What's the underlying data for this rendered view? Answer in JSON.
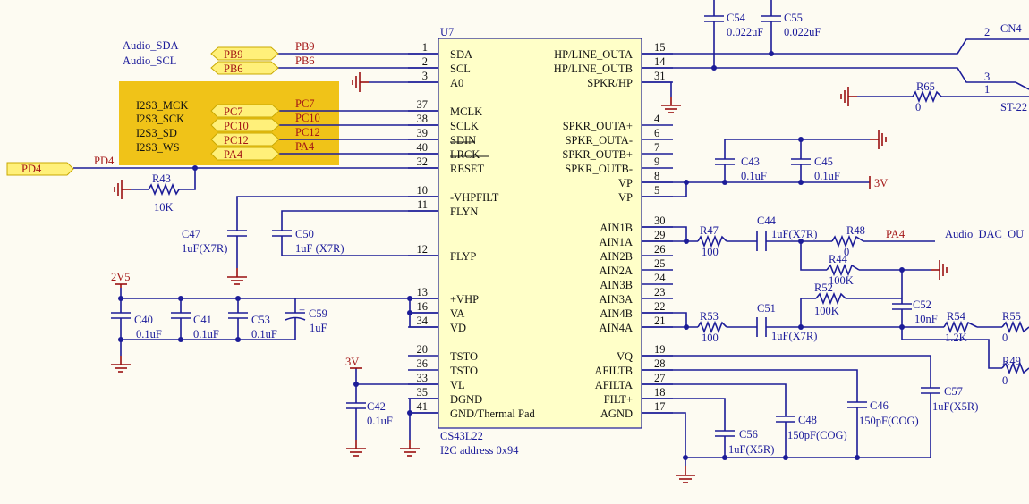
{
  "colors": {
    "wire": "#1c1c98",
    "power": "#9a1010",
    "ic_fill": "#ffffc8",
    "highlight": "#f0c318",
    "port_fill": "#fff07a",
    "background": "#fdfbf2"
  },
  "ic": {
    "refdes": "U7",
    "part": "CS43L22",
    "note": "I2C address 0x94",
    "left_pins": [
      {
        "num": "1",
        "name": "SDA"
      },
      {
        "num": "2",
        "name": "SCL"
      },
      {
        "num": "3",
        "name": "A0"
      },
      {
        "num": "37",
        "name": "MCLK"
      },
      {
        "num": "38",
        "name": "SCLK"
      },
      {
        "num": "39",
        "name": "SDIN"
      },
      {
        "num": "40",
        "name": "LRCK"
      },
      {
        "num": "32",
        "name": "RESET"
      },
      {
        "num": "10",
        "name": "-VHPFILT"
      },
      {
        "num": "11",
        "name": "FLYN"
      },
      {
        "num": "12",
        "name": "FLYP"
      },
      {
        "num": "13",
        "name": "+VHP"
      },
      {
        "num": "16",
        "name": "VA"
      },
      {
        "num": "34",
        "name": "VD"
      },
      {
        "num": "20",
        "name": "TSTO"
      },
      {
        "num": "36",
        "name": "TSTO"
      },
      {
        "num": "33",
        "name": "VL"
      },
      {
        "num": "35",
        "name": "DGND"
      },
      {
        "num": "41",
        "name": "GND/Thermal Pad"
      }
    ],
    "right_pins": [
      {
        "num": "15",
        "name": "HP/LINE_OUTA"
      },
      {
        "num": "14",
        "name": "HP/LINE_OUTB"
      },
      {
        "num": "31",
        "name": "SPKR/HP"
      },
      {
        "num": "4",
        "name": "SPKR_OUTA+"
      },
      {
        "num": "6",
        "name": "SPKR_OUTA-"
      },
      {
        "num": "7",
        "name": "SPKR_OUTB+"
      },
      {
        "num": "9",
        "name": "SPKR_OUTB-"
      },
      {
        "num": "8",
        "name": "VP"
      },
      {
        "num": "5",
        "name": "VP"
      },
      {
        "num": "30",
        "name": "AIN1B"
      },
      {
        "num": "29",
        "name": "AIN1A"
      },
      {
        "num": "26",
        "name": "AIN2B"
      },
      {
        "num": "25",
        "name": "AIN2A"
      },
      {
        "num": "24",
        "name": "AIN3B"
      },
      {
        "num": "23",
        "name": "AIN3A"
      },
      {
        "num": "22",
        "name": "AIN4B"
      },
      {
        "num": "21",
        "name": "AIN4A"
      },
      {
        "num": "19",
        "name": "VQ"
      },
      {
        "num": "28",
        "name": "AFILTB"
      },
      {
        "num": "27",
        "name": "AFILTA"
      },
      {
        "num": "18",
        "name": "FILT+"
      },
      {
        "num": "17",
        "name": "AGND"
      }
    ]
  },
  "nets": {
    "audio_sda": "Audio_SDA",
    "audio_scl": "Audio_SCL",
    "pb9": "PB9",
    "pb6": "PB6",
    "i2s_labels": [
      "I2S3_MCK",
      "I2S3_SCK",
      "I2S3_SD",
      "I2S3_WS"
    ],
    "i2s_ports": [
      "PC7",
      "PC10",
      "PC12",
      "PA4"
    ],
    "pd4": "PD4",
    "pa4": "PA4",
    "audio_dac_out": "Audio_DAC_OU",
    "rail_2v5": "2V5",
    "rail_3v_a": "3V",
    "rail_3v_b": "3V"
  },
  "components": {
    "c54": {
      "ref": "C54",
      "val": "0.022uF"
    },
    "c55": {
      "ref": "C55",
      "val": "0.022uF"
    },
    "cn4": {
      "ref": "CN4",
      "pin2": "2",
      "pin3": "3",
      "pin1": "1",
      "part": "ST-22"
    },
    "r65": {
      "ref": "R65",
      "val": "0"
    },
    "r43": {
      "ref": "R43",
      "val": "10K"
    },
    "c43": {
      "ref": "C43",
      "val": "0.1uF"
    },
    "c45": {
      "ref": "C45",
      "val": "0.1uF"
    },
    "c47": {
      "ref": "C47",
      "val": "1uF(X7R)"
    },
    "c50": {
      "ref": "C50",
      "val": "1uF (X7R)"
    },
    "c40": {
      "ref": "C40",
      "val": "0.1uF"
    },
    "c41": {
      "ref": "C41",
      "val": "0.1uF"
    },
    "c53": {
      "ref": "C53",
      "val": "0.1uF"
    },
    "c59": {
      "ref": "C59",
      "val": "1uF",
      "plus": "+"
    },
    "c42": {
      "ref": "C42",
      "val": "0.1uF"
    },
    "r47": {
      "ref": "R47",
      "val": "100"
    },
    "c44": {
      "ref": "C44",
      "val": "1uF(X7R)"
    },
    "r48": {
      "ref": "R48",
      "val": "0"
    },
    "r44": {
      "ref": "R44",
      "val": "100K"
    },
    "r52": {
      "ref": "R52",
      "val": "100K"
    },
    "c52": {
      "ref": "C52",
      "val": "10nF"
    },
    "r53": {
      "ref": "R53",
      "val": "100"
    },
    "c51": {
      "ref": "C51",
      "val": "1uF(X7R)"
    },
    "r54": {
      "ref": "R54",
      "val": "1.2K"
    },
    "r55": {
      "ref": "R55",
      "val": "0"
    },
    "r49": {
      "ref": "R49",
      "val": "0"
    },
    "c56": {
      "ref": "C56",
      "val": "1uF(X5R)"
    },
    "c48": {
      "ref": "C48",
      "val": "150pF(COG)"
    },
    "c46": {
      "ref": "C46",
      "val": "150pF(COG)"
    },
    "c57": {
      "ref": "C57",
      "val": "1uF(X5R)"
    }
  }
}
